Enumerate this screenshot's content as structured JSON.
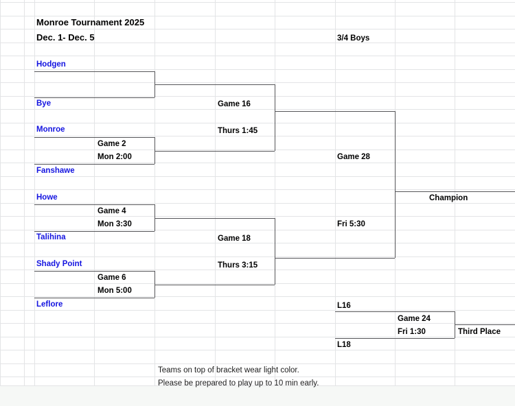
{
  "meta": {
    "title": "Monroe Tournament 2025",
    "dates": "Dec. 1- Dec. 5",
    "division": "3/4 Boys"
  },
  "colors": {
    "team_text": "#1414e0",
    "info_text": "#000000",
    "grid_line": "#e3e4e6",
    "bracket_line": "#555558",
    "background": "#ffffff"
  },
  "bracket": {
    "round1": {
      "teams": [
        {
          "name": "Hodgen"
        },
        {
          "name": "Bye"
        },
        {
          "name": "Monroe"
        },
        {
          "name": "Fanshawe"
        },
        {
          "name": "Howe"
        },
        {
          "name": "Talihina"
        },
        {
          "name": "Shady Point"
        },
        {
          "name": "Leflore"
        }
      ],
      "games": [
        {
          "label": "Game 2",
          "time": "Mon 2:00"
        },
        {
          "label": "Game 4",
          "time": "Mon 3:30"
        },
        {
          "label": "Game 6",
          "time": "Mon 5:00"
        }
      ]
    },
    "round2": {
      "games": [
        {
          "label": "Game 16",
          "time": "Thurs 1:45"
        },
        {
          "label": "Game 18",
          "time": "Thurs 3:15"
        }
      ]
    },
    "final": {
      "label": "Game 28",
      "time": "Fri 5:30",
      "result_label": "Champion"
    },
    "consolation": {
      "slot_top": "L16",
      "slot_bottom": "L18",
      "label": "Game 24",
      "time": "Fri 1:30",
      "result_label": "Third Place"
    }
  },
  "notes": [
    "Teams on top of bracket wear light color.",
    "Please be prepared to play up to 10 min early."
  ]
}
